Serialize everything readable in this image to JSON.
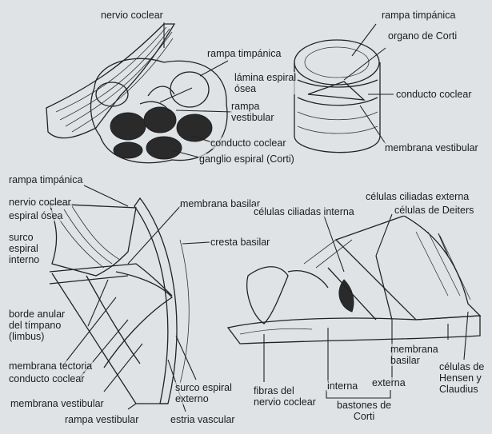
{
  "panels": {
    "top_left": {
      "labels": {
        "nervio_coclear": "nervio coclear",
        "rampa_timpanica": "rampa timpánica",
        "lamina_espiral_osea": "lámina espiral\nósea",
        "rampa_vestibular": "rampa\nvestibular",
        "conducto_coclear": "conducto coclear",
        "ganglio_espiral": "ganglio espiral (Corti)"
      }
    },
    "top_right": {
      "labels": {
        "rampa_timpanica": "rampa timpánica",
        "organo_de_corti": "organo de Corti",
        "conducto_coclear": "conducto coclear",
        "membrana_vestibular": "membrana vestibular"
      }
    },
    "bottom_left": {
      "labels": {
        "rampa_timpanica": "rampa timpánica",
        "nervio_coclear": "nervio coclear",
        "espiral_osea": "espiral ósea",
        "surco_espiral_interno": "surco\nespiral\ninterno",
        "membrana_basilar": "membrana basilar",
        "cresta_basilar": "cresta basilar",
        "borde_anular": "borde anular\ndel tímpano\n(limbus)",
        "membrana_tectoria": "membrana tectoria",
        "conducto_coclear": "conducto coclear",
        "membrana_vestibular": "membrana vestibular",
        "rampa_vestibular": "rampa vestibular",
        "surco_espiral_externo": "surco espiral\nexterno",
        "estria_vascular": "estria vascular"
      }
    },
    "bottom_right": {
      "labels": {
        "celulas_ciliadas_interna": "células ciliadas interna",
        "celulas_ciliadas_externa": "células ciliadas externa",
        "celulas_de_deiters": "células de Deiters",
        "membrana_basilar": "membrana\nbasilar",
        "celulas_hensen_claudius": "células de\nHensen y\nClaudius",
        "interna": "interna",
        "externa": "externa",
        "bastones_de_corti": "bastones de\nCorti",
        "fibras_nervio_coclear": "fibras del\nnervio coclear"
      }
    }
  }
}
